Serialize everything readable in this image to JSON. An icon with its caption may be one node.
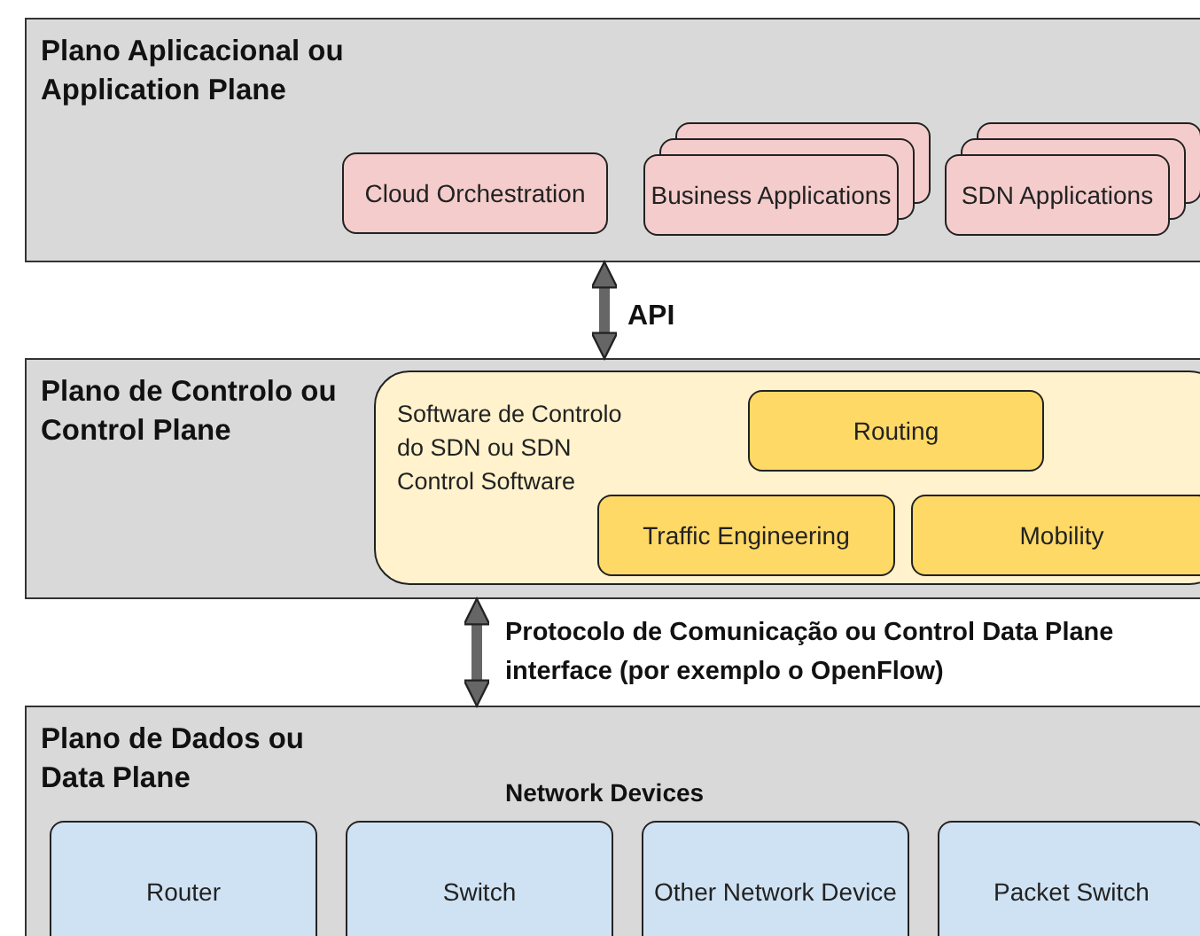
{
  "diagram": {
    "nodes": [
      {
        "text": [
          "Plano Aplicacional ou Application Plane"
        ]
      },
      {
        "text": [
          "Cloud Orchestration"
        ],
        "in": 0
      },
      {
        "text": [
          "Business Applications"
        ],
        "in": 0
      },
      {
        "text": [
          "SDN Applications"
        ],
        "in": 0
      },
      {
        "text": [
          "Plano de Controlo ou Control Plane"
        ]
      },
      {
        "text": [
          "Software de Controlo do SDN ou SDN Control Software"
        ],
        "in": 4
      },
      {
        "text": [
          "Routing"
        ],
        "in": 5
      },
      {
        "text": [
          "Traffic Engineering"
        ],
        "in": 5
      },
      {
        "text": [
          "Mobility"
        ],
        "in": 5
      },
      {
        "text": [
          "Plano de Dados ou Data Plane",
          "Network Devices"
        ]
      },
      {
        "text": [
          "Router"
        ],
        "in": 9
      },
      {
        "text": [
          "Switch"
        ],
        "in": 9
      },
      {
        "text": [
          "Other Network Device"
        ],
        "in": 9
      },
      {
        "text": [
          "Packet Switch"
        ],
        "in": 9
      }
    ],
    "edges": [
      {
        "from": 0,
        "to": 4,
        "arrow": "both",
        "label": "API"
      },
      {
        "from": 4,
        "to": 9,
        "arrow": "both",
        "label": "Protocolo de Comunicação ou Control Data Plane interface (por exemplo o OpenFlow)"
      }
    ]
  }
}
